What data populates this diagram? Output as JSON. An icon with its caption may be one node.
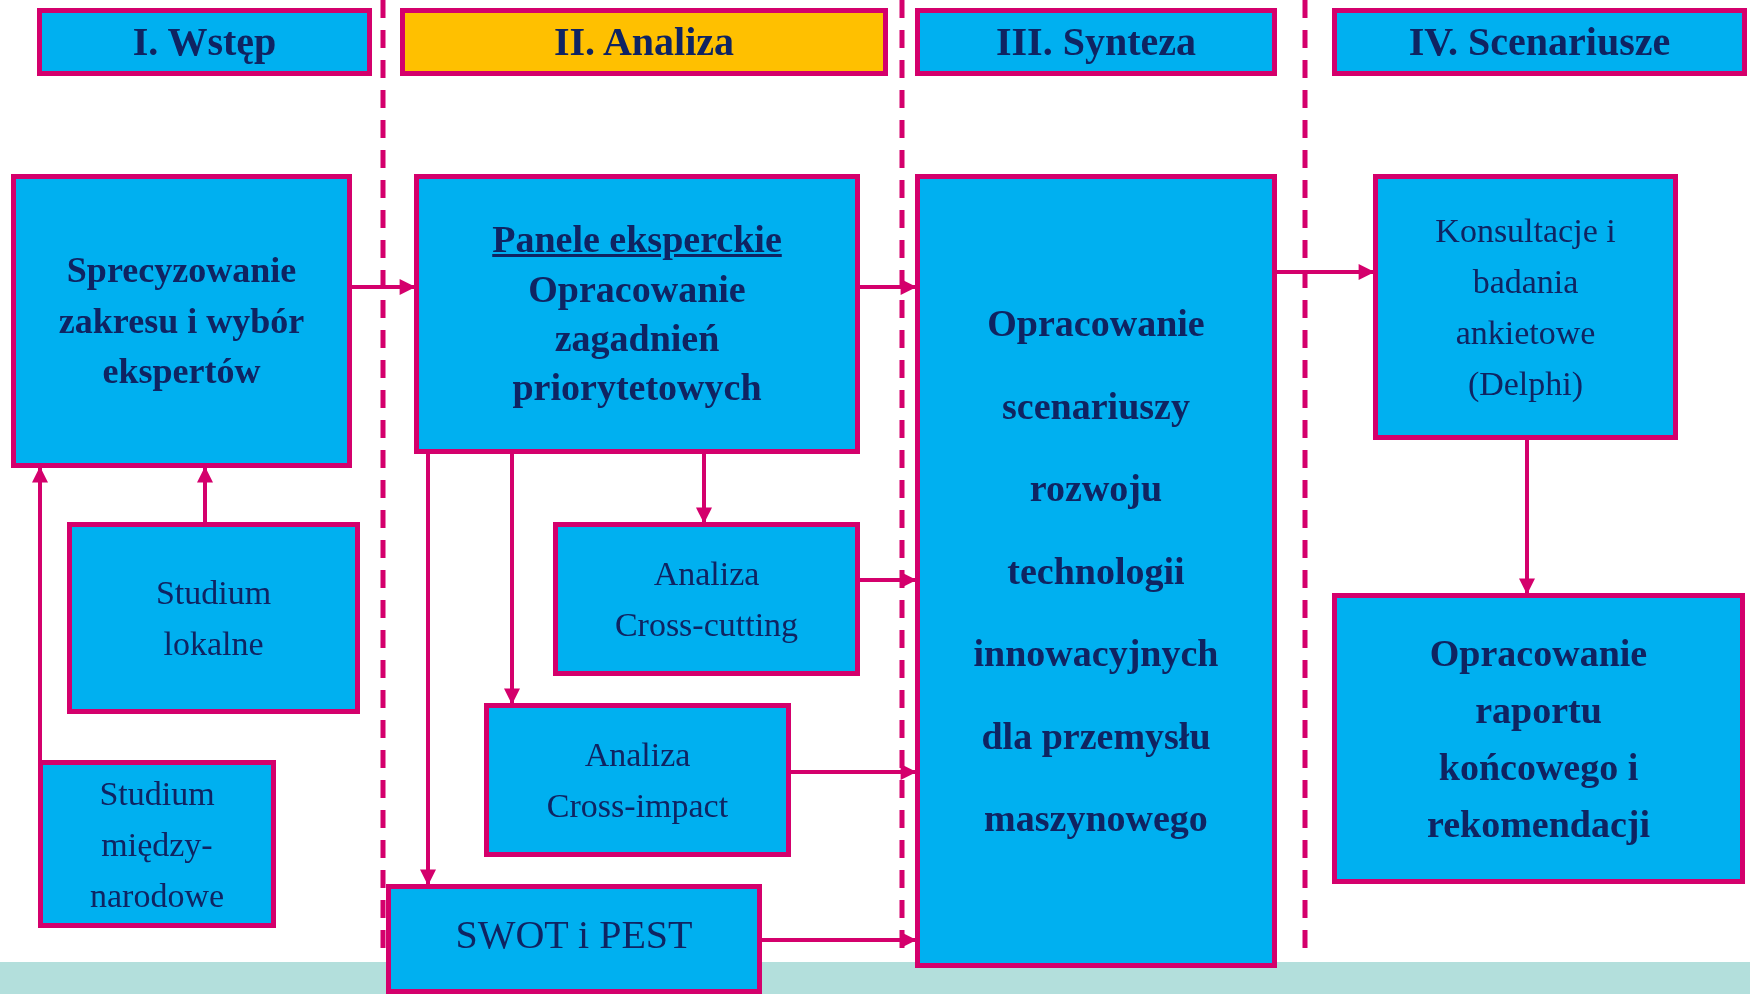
{
  "diagram": {
    "nodes": [
      {
        "text": [
          "I. Wstęp"
        ]
      },
      {
        "text": [
          "II. Analiza"
        ]
      },
      {
        "text": [
          "III. Synteza"
        ]
      },
      {
        "text": [
          "IV. Scenariusze"
        ]
      },
      {
        "text": [
          "Sprecyzowanie zakresu i wybór ekspertów"
        ]
      },
      {
        "text": [
          "Panele eksperckie",
          "Opracowanie zagadnień priorytetowych"
        ]
      },
      {
        "text": [
          "Opracowanie scenariuszy rozwoju technologii innowacyjnych dla przemysłu maszynowego"
        ]
      },
      {
        "text": [
          "Konsultacje i badania ankietowe (Delphi)"
        ]
      },
      {
        "text": [
          "Studium lokalne"
        ]
      },
      {
        "text": [
          "Analiza Cross-cutting"
        ]
      },
      {
        "text": [
          "Analiza Cross-impact"
        ]
      },
      {
        "text": [
          "Studium między- narodowe"
        ]
      },
      {
        "text": [
          "Opracowanie raportu końcowego i rekomendacji"
        ]
      },
      {
        "text": [
          "SWOT i PEST"
        ]
      }
    ],
    "edges": [
      {
        "from": 4,
        "to": 5,
        "arrow": "to"
      },
      {
        "from": 5,
        "to": 6,
        "arrow": "to"
      },
      {
        "from": 6,
        "to": 7,
        "arrow": "to"
      },
      {
        "from": 7,
        "to": 12,
        "arrow": "to"
      },
      {
        "from": 5,
        "to": 9,
        "arrow": "to"
      },
      {
        "from": 5,
        "to": 10,
        "arrow": "to"
      },
      {
        "from": 5,
        "to": 13,
        "arrow": "to"
      },
      {
        "from": 9,
        "to": 6,
        "arrow": "to"
      },
      {
        "from": 10,
        "to": 6,
        "arrow": "to"
      },
      {
        "from": 13,
        "to": 6,
        "arrow": "to"
      },
      {
        "from": 8,
        "to": 4,
        "arrow": "to"
      },
      {
        "from": 11,
        "to": 4,
        "arrow": "to"
      }
    ]
  }
}
